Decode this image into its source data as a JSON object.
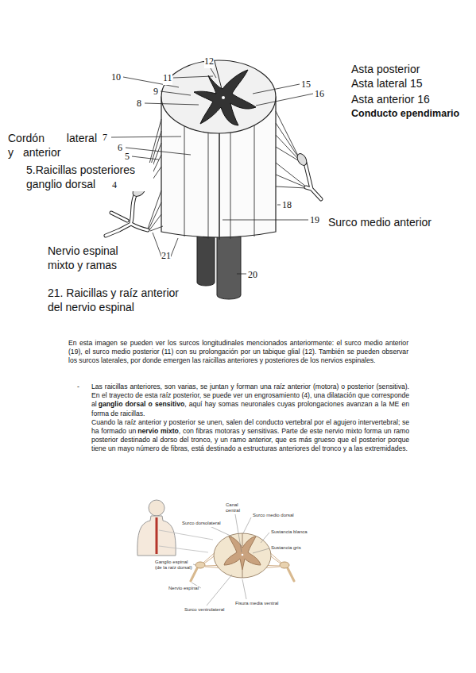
{
  "diagram": {
    "labels": [
      "12",
      "Asta posterior",
      "10",
      "11",
      "Asta lateral 15",
      "9",
      "15",
      "16",
      "Asta anterior 16",
      "8",
      "Conducto ependimario",
      "Cordón lateral y anterior",
      "7",
      "6",
      "5",
      "5.Raicillas posteriores ganglio dorsal",
      "4",
      "18",
      "19",
      "Surco medio anterior",
      "Nervio espinal mixto y ramas",
      "21",
      "20",
      "21. Raicillas y raíz anterior del nervio espinal",
      "En esta imagen se pueden ver los surcos longitudinales mencionados anteriormente: el surco medio anterior (19), el surco medio posterior (11) con su prolongación por un tabique glial (12). También se pueden observar los surcos laterales, por donde emergen las raicillas anteriores y posteriores de los nervios espinales.",
      "-",
      "Las raicillas anteriores, son varias, se juntan y forman una raíz anterior (motora) o posterior (sensitiva). En el trayecto de esta raíz posterior, se puede ver un engrosamiento (4), una dilatación que corresponde al",
      "ganglio dorsal o sensitivo",
      ", aquí hay somas neuronales cuyas prolongaciones avanzan a la ME en forma de raicillas.",
      "Cuando la raíz anterior y posterior se unen, salen del conducto vertebral por el agujero intervertebral; se ha formado un",
      "nervio mixto",
      ", con fibras motoras y sensitivas. Parte de este nervio mixto forma un ramo posterior destinado al dorso del tronco, y un ramo anterior, que es más grueso que el posterior porque tiene un mayo número de fibras, está destinado a estructuras anteriores del tronco y a las extremidades.",
      "Canal central",
      "Surco medio dorsal",
      "Surco dorsolateral",
      "Sustancia blanca",
      "Sustancia gris",
      "Ganglio espinal (de la raíz dorsal)",
      "Nervio espinal",
      "Surco ventrolateral",
      "Fisura media ventral"
    ]
  }
}
